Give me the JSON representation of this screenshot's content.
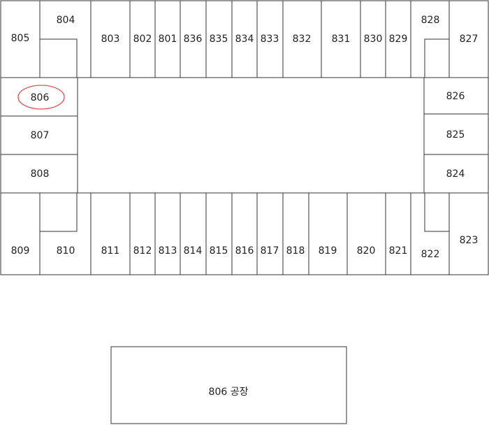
{
  "highlight_color": "#d9534f",
  "rooms": {
    "r805": "805",
    "r804": "804",
    "r803": "803",
    "r802": "802",
    "r801": "801",
    "r836": "836",
    "r835": "835",
    "r834": "834",
    "r833": "833",
    "r832": "832",
    "r831": "831",
    "r830": "830",
    "r829": "829",
    "r828": "828",
    "r827": "827",
    "r806": "806",
    "r807": "807",
    "r808": "808",
    "r826": "826",
    "r825": "825",
    "r824": "824",
    "r809": "809",
    "r810": "810",
    "r811": "811",
    "r812": "812",
    "r813": "813",
    "r814": "814",
    "r815": "815",
    "r816": "816",
    "r817": "817",
    "r818": "818",
    "r819": "819",
    "r820": "820",
    "r821": "821",
    "r822": "822",
    "r823": "823"
  },
  "factory_label": "806 공장"
}
